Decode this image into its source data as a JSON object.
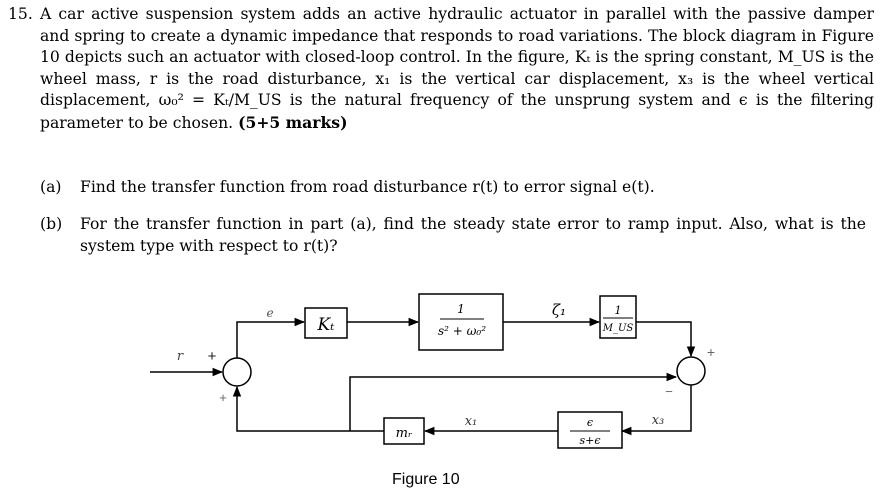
{
  "question": {
    "number": "15.",
    "text": "A car active suspension system adds an active hydraulic actuator in parallel with the passive damper and spring to create a dynamic impedance that responds to road variations. The block diagram in Figure 10 depicts such an actuator with closed-loop control. In the figure, Kₜ is the spring constant, M_US is the wheel mass, r is the road disturbance, x₁ is the vertical car displacement, x₃ is the wheel vertical displacement, ω₀² = Kₜ/M_US is the natural frequency of the unsprung system and ϵ is the filtering parameter to be chosen.",
    "marks": "(5+5 marks)"
  },
  "parts": [
    {
      "label": "(a)",
      "text": "Find the transfer function from road disturbance r(t) to error signal e(t)."
    },
    {
      "label": "(b)",
      "text": "For the transfer function in part (a), find the steady state error to ramp input. Also, what is the system type with respect to r(t)?"
    }
  ],
  "diagram": {
    "block_kt": "Kₜ",
    "block_plant_num": "1",
    "block_plant_den": "s² + ω₀²",
    "block_mus_num": "1",
    "block_mus_den": "M_US",
    "block_mr": "mᵣ",
    "block_filter_num": "ϵ",
    "block_filter_den": "s+ϵ",
    "signal_e": "e",
    "signal_zeta": "ζ₁",
    "signal_r": "r",
    "signal_x1": "x₁",
    "signal_x3": "x₃",
    "sign_sj1_top": "+",
    "sign_sj1_bottom": "+",
    "sign_sj2_top": "+",
    "sign_sj2_bottom": "−"
  },
  "figure_caption": "Figure 10"
}
